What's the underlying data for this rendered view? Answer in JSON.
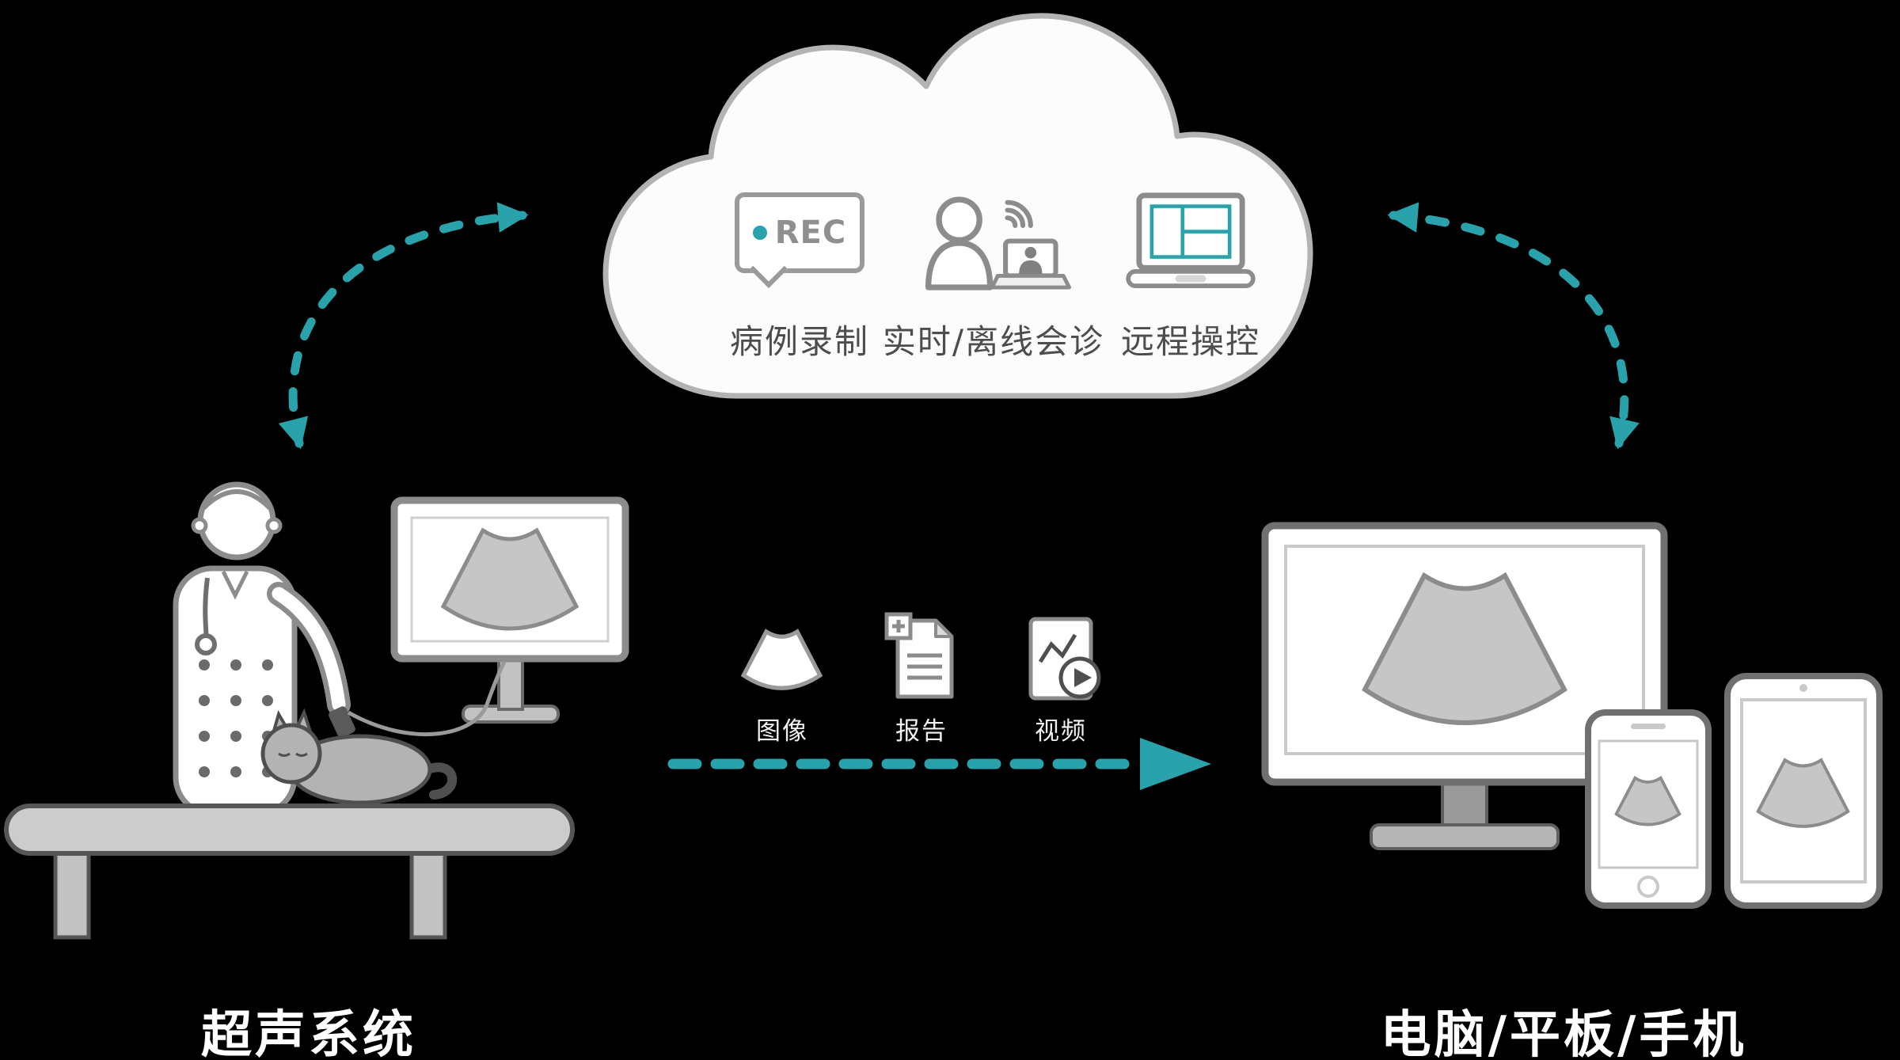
{
  "colors": {
    "background": "#000000",
    "accent_teal": "#2AA2AC",
    "cloud_fill": "#fcfcfc",
    "cloud_stroke": "#b3b3b3",
    "icon_gray": "#8c8c8c",
    "label_dark": "#4d4d4d",
    "label_light": "#ffffff",
    "fan_fill": "#c6c6c6",
    "fan_stroke": "#8c8c8c"
  },
  "cloud": {
    "features": [
      {
        "id": "case-recording",
        "icon": "rec-bubble-icon",
        "rec_text": "REC",
        "label": "病例录制"
      },
      {
        "id": "consultation",
        "icon": "consultation-icon",
        "label": "实时/离线会诊"
      },
      {
        "id": "remote-control",
        "icon": "remote-control-icon",
        "label": "远程操控"
      }
    ]
  },
  "transfer": {
    "items": [
      {
        "icon": "ultrasound-image-icon",
        "label": "图像"
      },
      {
        "icon": "report-icon",
        "label": "报告"
      },
      {
        "icon": "video-icon",
        "label": "视频"
      }
    ]
  },
  "nodes": {
    "left_label": "超声系统",
    "right_label": "电脑/平板/手机"
  }
}
